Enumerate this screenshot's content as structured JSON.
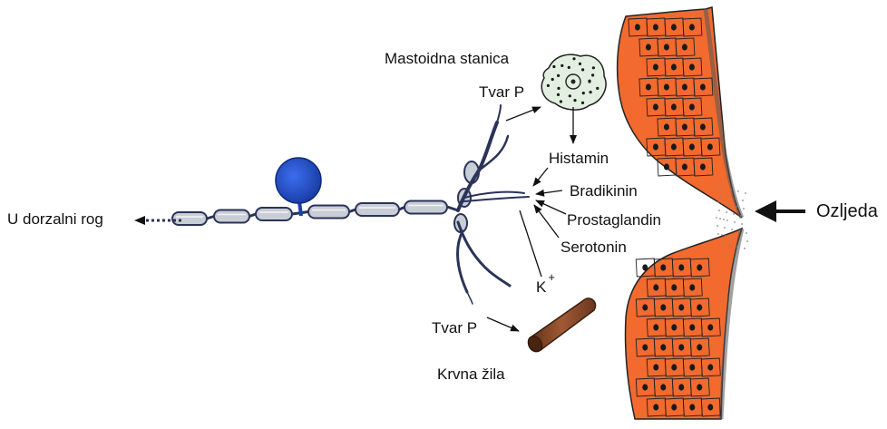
{
  "labels": {
    "dorsal_horn": "U dorzalni rog",
    "mast_cell": "Mastoidna stanica",
    "substance_p_top": "Tvar P",
    "histamine": "Histamin",
    "bradykinin": "Bradikinin",
    "prostaglandin": "Prostaglandin",
    "serotonin": "Serotonin",
    "potassium": "K",
    "potassium_charge": "+",
    "substance_p_bottom": "Tvar P",
    "blood_vessel": "Krvna žila",
    "injury": "Ozljeda"
  },
  "colors": {
    "tissue": "#f26a2e",
    "cell_nucleus": "#1a1a1a",
    "neuron_body": "#1f4fcf",
    "axon_fill": "#c9cdd6",
    "axon_outline": "#2a3358",
    "vessel": "#8a4a2a",
    "ink": "#111111"
  }
}
